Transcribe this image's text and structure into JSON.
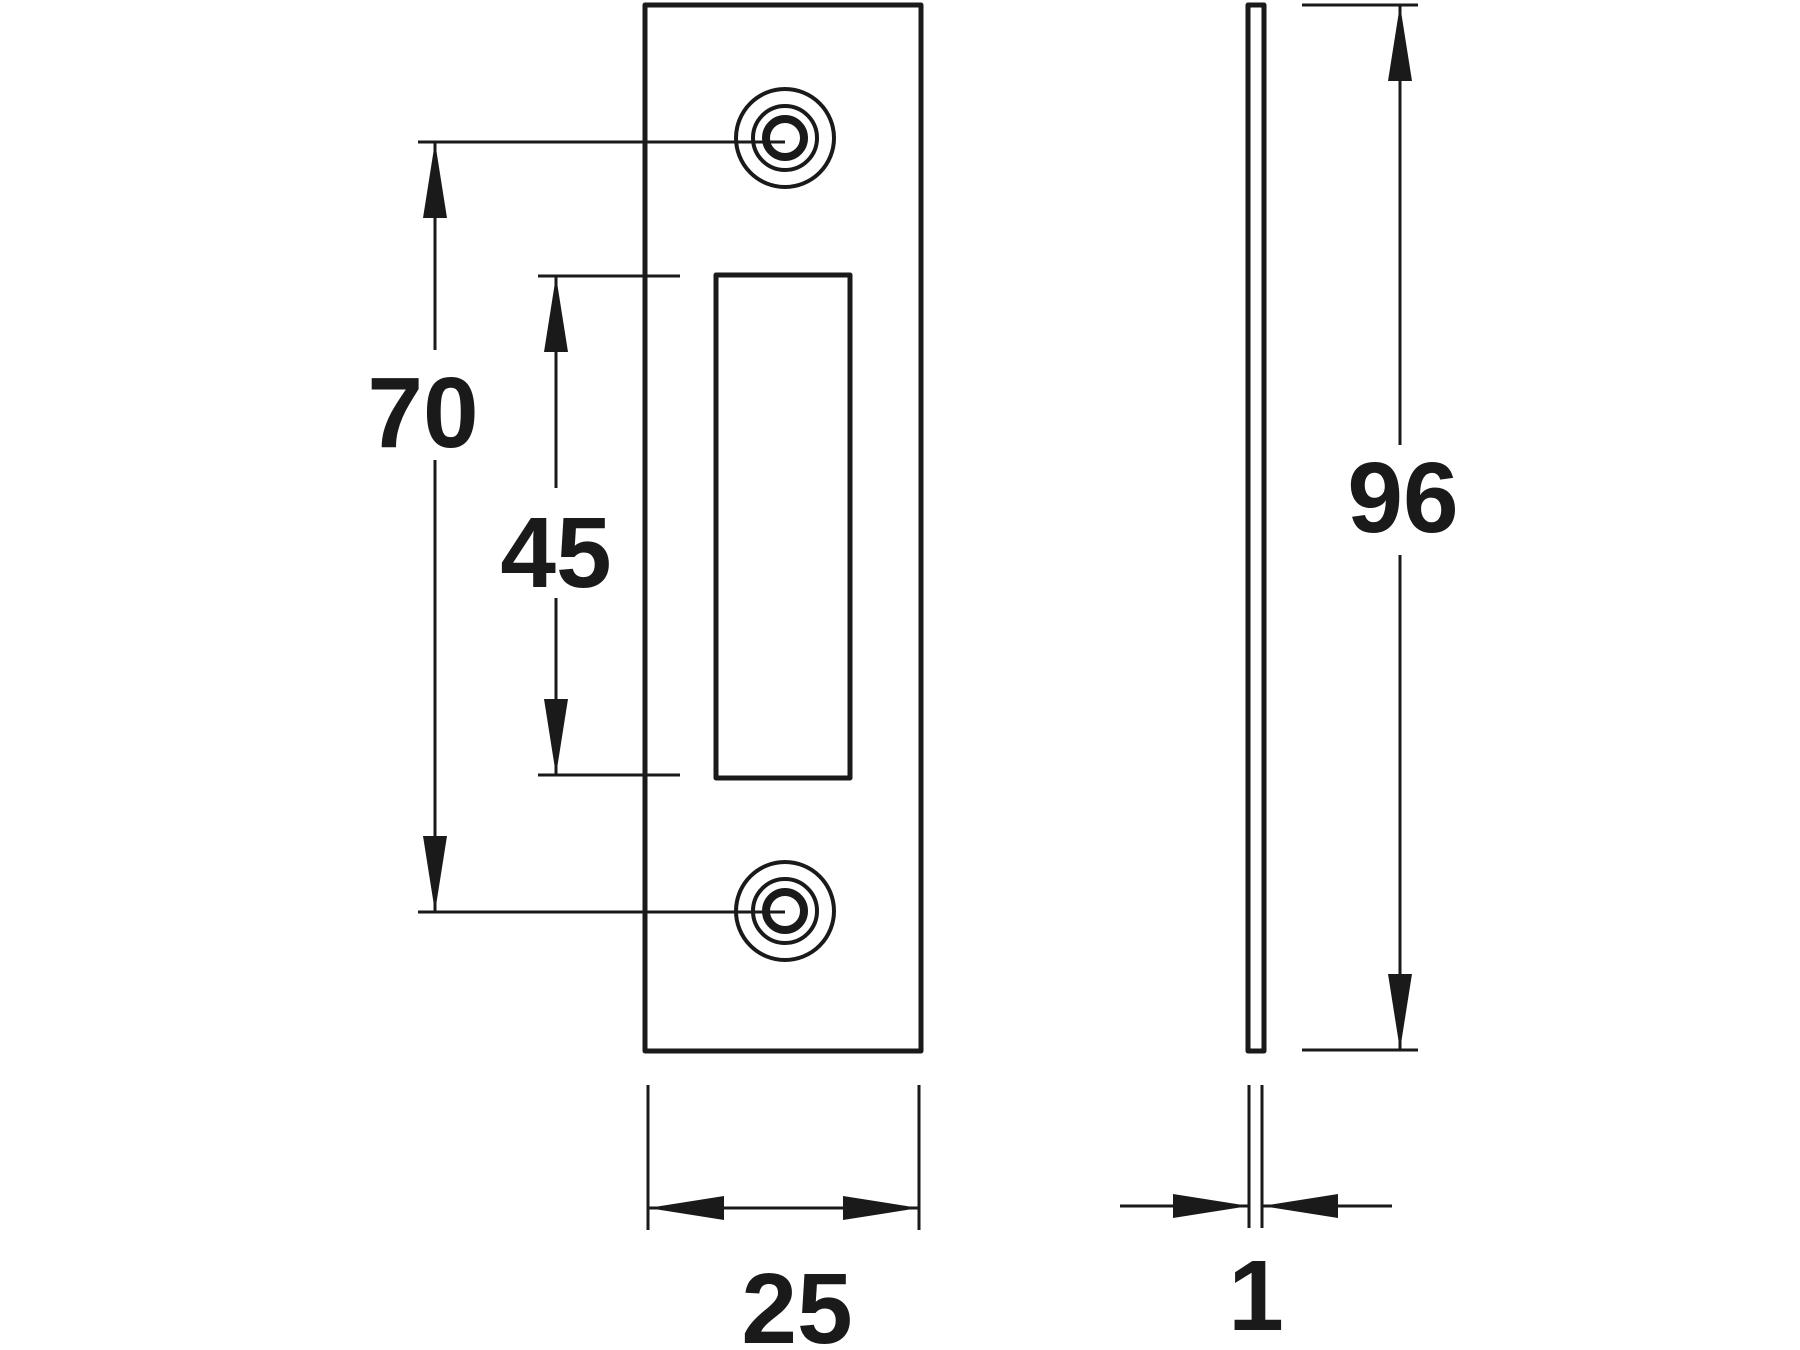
{
  "dimensions": {
    "height_total": "96",
    "hole_spacing": "70",
    "slot_length": "45",
    "width": "25",
    "thickness": "1"
  },
  "colors": {
    "line": "#1a1a1a",
    "background": "#ffffff"
  }
}
